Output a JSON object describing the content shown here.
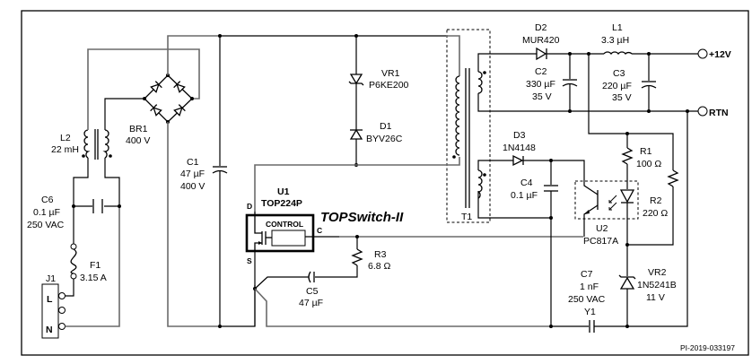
{
  "diagram": {
    "title_block": "TOPSwitch-II",
    "drawing_id": "PI-2019-033197",
    "components": {
      "L2": {
        "ref": "L2",
        "value": "22 mH"
      },
      "BR1": {
        "ref": "BR1",
        "value": "400 V"
      },
      "C1": {
        "ref": "C1",
        "value": "47 µF",
        "rating": "400 V"
      },
      "C6": {
        "ref": "C6",
        "value": "0.1 µF",
        "rating": "250 VAC"
      },
      "F1": {
        "ref": "F1",
        "value": "3.15 A"
      },
      "J1": {
        "ref": "J1",
        "pins": [
          "L",
          "N"
        ]
      },
      "VR1": {
        "ref": "VR1",
        "value": "P6KE200"
      },
      "D1": {
        "ref": "D1",
        "value": "BYV26C"
      },
      "U1": {
        "ref": "U1",
        "value": "TOP224P",
        "block": "CONTROL",
        "pins": {
          "drain": "D",
          "source": "S",
          "control": "C"
        }
      },
      "R3": {
        "ref": "R3",
        "value": "6.8 Ω"
      },
      "C5": {
        "ref": "C5",
        "value": "47 µF"
      },
      "T1": {
        "ref": "T1"
      },
      "D2": {
        "ref": "D2",
        "value": "MUR420"
      },
      "L1": {
        "ref": "L1",
        "value": "3.3 µH"
      },
      "C2": {
        "ref": "C2",
        "value": "330 µF",
        "rating": "35 V"
      },
      "C3": {
        "ref": "C3",
        "value": "220 µF",
        "rating": "35 V"
      },
      "D3": {
        "ref": "D3",
        "value": "1N4148"
      },
      "C4": {
        "ref": "C4",
        "value": "0.1 µF"
      },
      "R1": {
        "ref": "R1",
        "value": "100 Ω"
      },
      "R2": {
        "ref": "R2",
        "value": "220 Ω"
      },
      "U2": {
        "ref": "U2",
        "value": "PC817A"
      },
      "C7": {
        "ref": "C7",
        "value": "1 nF",
        "rating": "250 VAC",
        "class": "Y1"
      },
      "VR2": {
        "ref": "VR2",
        "value": "1N5241B",
        "rating": "11 V"
      }
    },
    "terminals": {
      "out_pos": "+12V",
      "out_rtn": "RTN"
    }
  }
}
